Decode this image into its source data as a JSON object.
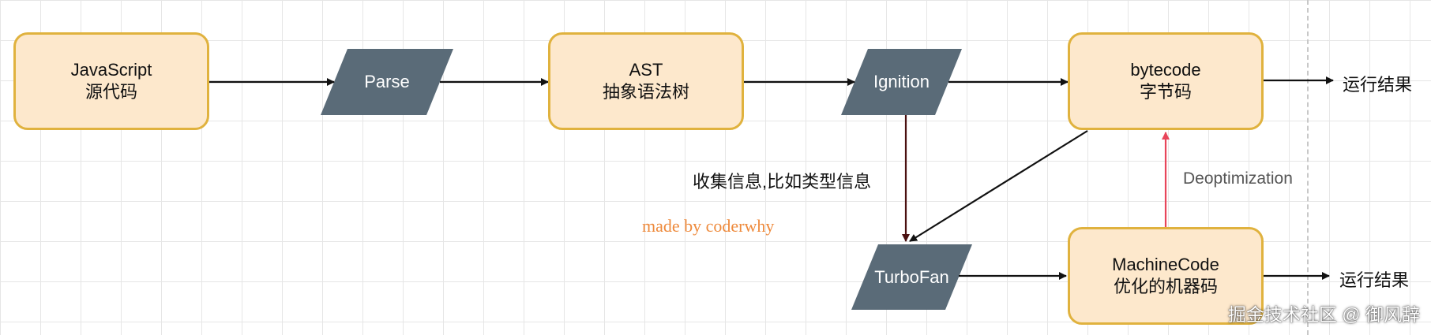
{
  "nodes": {
    "javascript": {
      "line1": "JavaScript",
      "line2": "源代码"
    },
    "ast": {
      "line1": "AST",
      "line2": "抽象语法树"
    },
    "bytecode": {
      "line1": "bytecode",
      "line2": "字节码"
    },
    "machine_code": {
      "line1": "MachineCode",
      "line2": "优化的机器码"
    }
  },
  "processes": {
    "parse": "Parse",
    "ignition": "Ignition",
    "turbofan": "TurboFan"
  },
  "labels": {
    "collect_info": "收集信息,比如类型信息",
    "deoptimization": "Deoptimization",
    "run_result_top": "运行结果",
    "run_result_bottom": "运行结果",
    "credit": "made by coderwhy",
    "watermark": "掘金技术社区 @ 御风辞"
  },
  "colors": {
    "box_fill": "#fde8cc",
    "box_border": "#e0b23e",
    "parallelogram_fill": "#5a6b78",
    "arrow": "#111111",
    "collect_arrow": "#4a1010",
    "deopt_arrow": "#e8455a",
    "credit_text": "#ee8a3c"
  }
}
